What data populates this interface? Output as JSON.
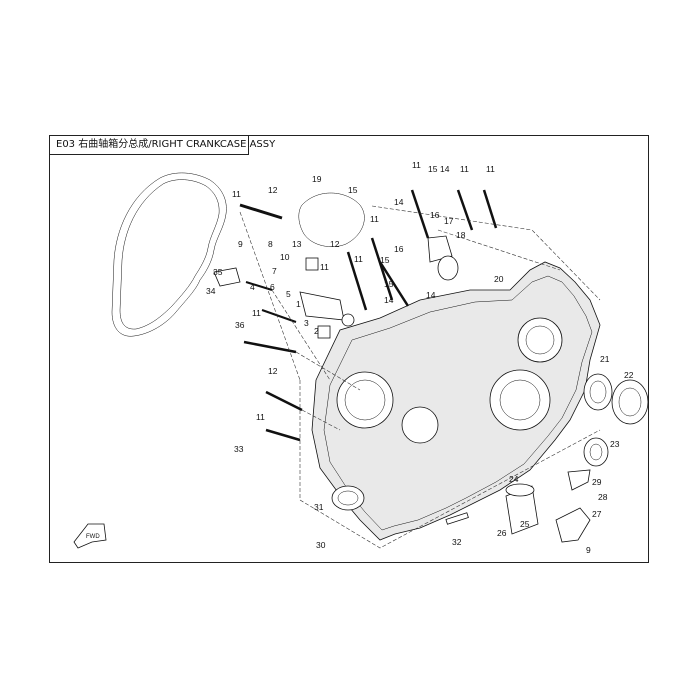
{
  "diagram": {
    "title": "E03 右曲轴箱分总成/RIGHT CRANKCASE ASSY",
    "fwd_label": "FWD",
    "labels": [
      "11",
      "12",
      "19",
      "15",
      "14",
      "11",
      "15",
      "14",
      "11",
      "11",
      "11",
      "13",
      "12",
      "11",
      "16",
      "17",
      "18",
      "15",
      "16",
      "9",
      "8",
      "10",
      "7",
      "6",
      "5",
      "4",
      "11",
      "15",
      "14",
      "34",
      "35",
      "36",
      "11",
      "3",
      "2",
      "1",
      "20",
      "12",
      "11",
      "33",
      "21",
      "22",
      "23",
      "29",
      "28",
      "27",
      "31",
      "30",
      "24",
      "32",
      "26",
      "25",
      "9",
      "14"
    ]
  }
}
